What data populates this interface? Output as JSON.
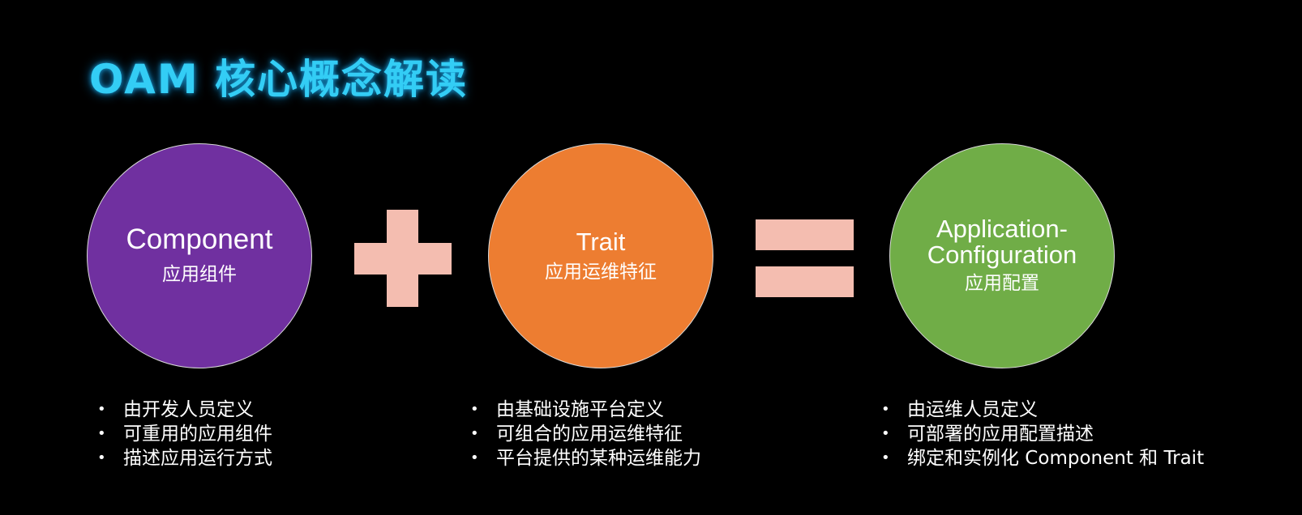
{
  "title": "OAM 核心概念解读",
  "colors": {
    "title": "#33cdf5",
    "component": "#7030a0",
    "trait": "#ed7d31",
    "application": "#70ad47",
    "operator": "#f4bdb0",
    "background": "#000000"
  },
  "operators": {
    "plus": "plus-icon",
    "equals": "equals-icon"
  },
  "component": {
    "name": "Component",
    "subtitle": "应用组件",
    "bullets": [
      "由开发人员定义",
      "可重用的应用组件",
      "描述应用运行方式"
    ]
  },
  "trait": {
    "name": "Trait",
    "subtitle": "应用运维特征",
    "bullets": [
      "由基础设施平台定义",
      "可组合的应用运维特征",
      "平台提供的某种运维能力"
    ]
  },
  "application": {
    "name_line1": "Application-",
    "name_line2": "Configuration",
    "subtitle": "应用配置",
    "bullets": [
      "由运维人员定义",
      "可部署的应用配置描述",
      "绑定和实例化 Component 和 Trait"
    ]
  }
}
